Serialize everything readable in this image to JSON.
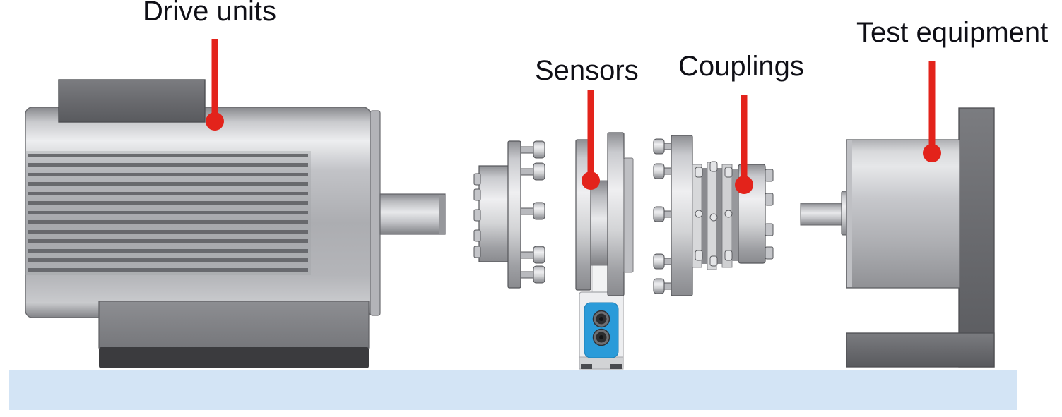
{
  "diagram": {
    "type": "labeled-illustration",
    "components": [
      {
        "id": "drive-unit",
        "label": "Drive units"
      },
      {
        "id": "sensor",
        "label": "Sensors"
      },
      {
        "id": "coupling",
        "label": "Couplings"
      },
      {
        "id": "test-equipment",
        "label": "Test equipment"
      }
    ]
  },
  "colors": {
    "accent_red": "#E3231B",
    "platform_blue": "#D3E4F5",
    "sensor_panel_blue": "#2B9BD9"
  }
}
